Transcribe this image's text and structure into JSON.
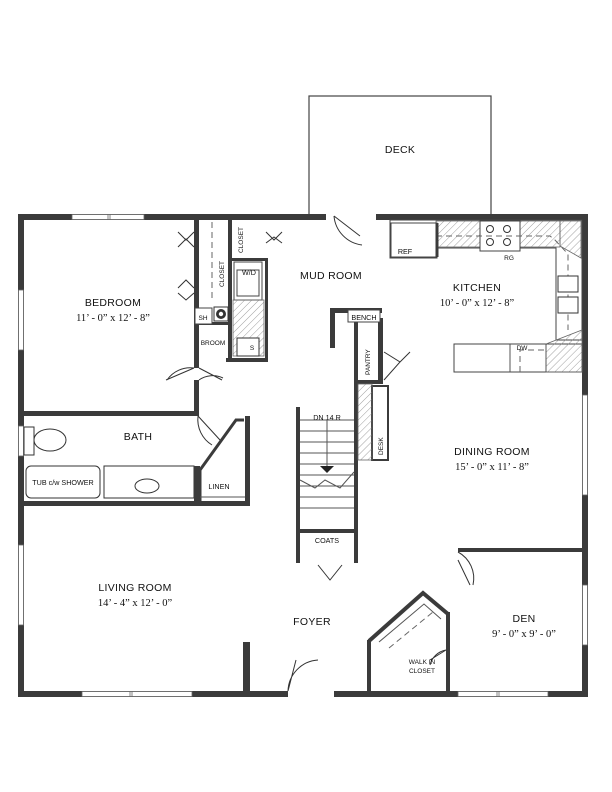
{
  "rooms": {
    "deck": {
      "name": "DECK"
    },
    "mud_room": {
      "name": "MUD ROOM"
    },
    "kitchen": {
      "name": "KITCHEN",
      "dims": "10’ - 0” x 12’ - 8”"
    },
    "bedroom": {
      "name": "BEDROOM",
      "dims": "11’ - 0” x 12’ - 8”"
    },
    "bath": {
      "name": "BATH"
    },
    "dining_room": {
      "name": "DINING ROOM",
      "dims": "15’ - 0” x 11’ - 8”"
    },
    "living_room": {
      "name": "LIVING ROOM",
      "dims": "14’ - 4” x 12’ - 0”"
    },
    "foyer": {
      "name": "FOYER"
    },
    "den": {
      "name": "DEN",
      "dims": "9’ - 0” x 9’ - 0”"
    }
  },
  "labels": {
    "closet_top": "CLOSET",
    "closet_side": "CLOSET",
    "washer_dryer": "W/D",
    "shower": "SH",
    "broom": "BROOM",
    "sink": "S",
    "refrigerator": "REF",
    "range": "RG",
    "dishwasher": "DW",
    "bench": "BENCH",
    "pantry": "PANTRY",
    "desk": "DESK",
    "stairs": "DN 14 R",
    "linen": "LINEN",
    "tub": "TUB c/w SHOWER",
    "coats": "COATS",
    "walk_in_closet_line1": "WALK IN",
    "walk_in_closet_line2": "CLOSET"
  }
}
